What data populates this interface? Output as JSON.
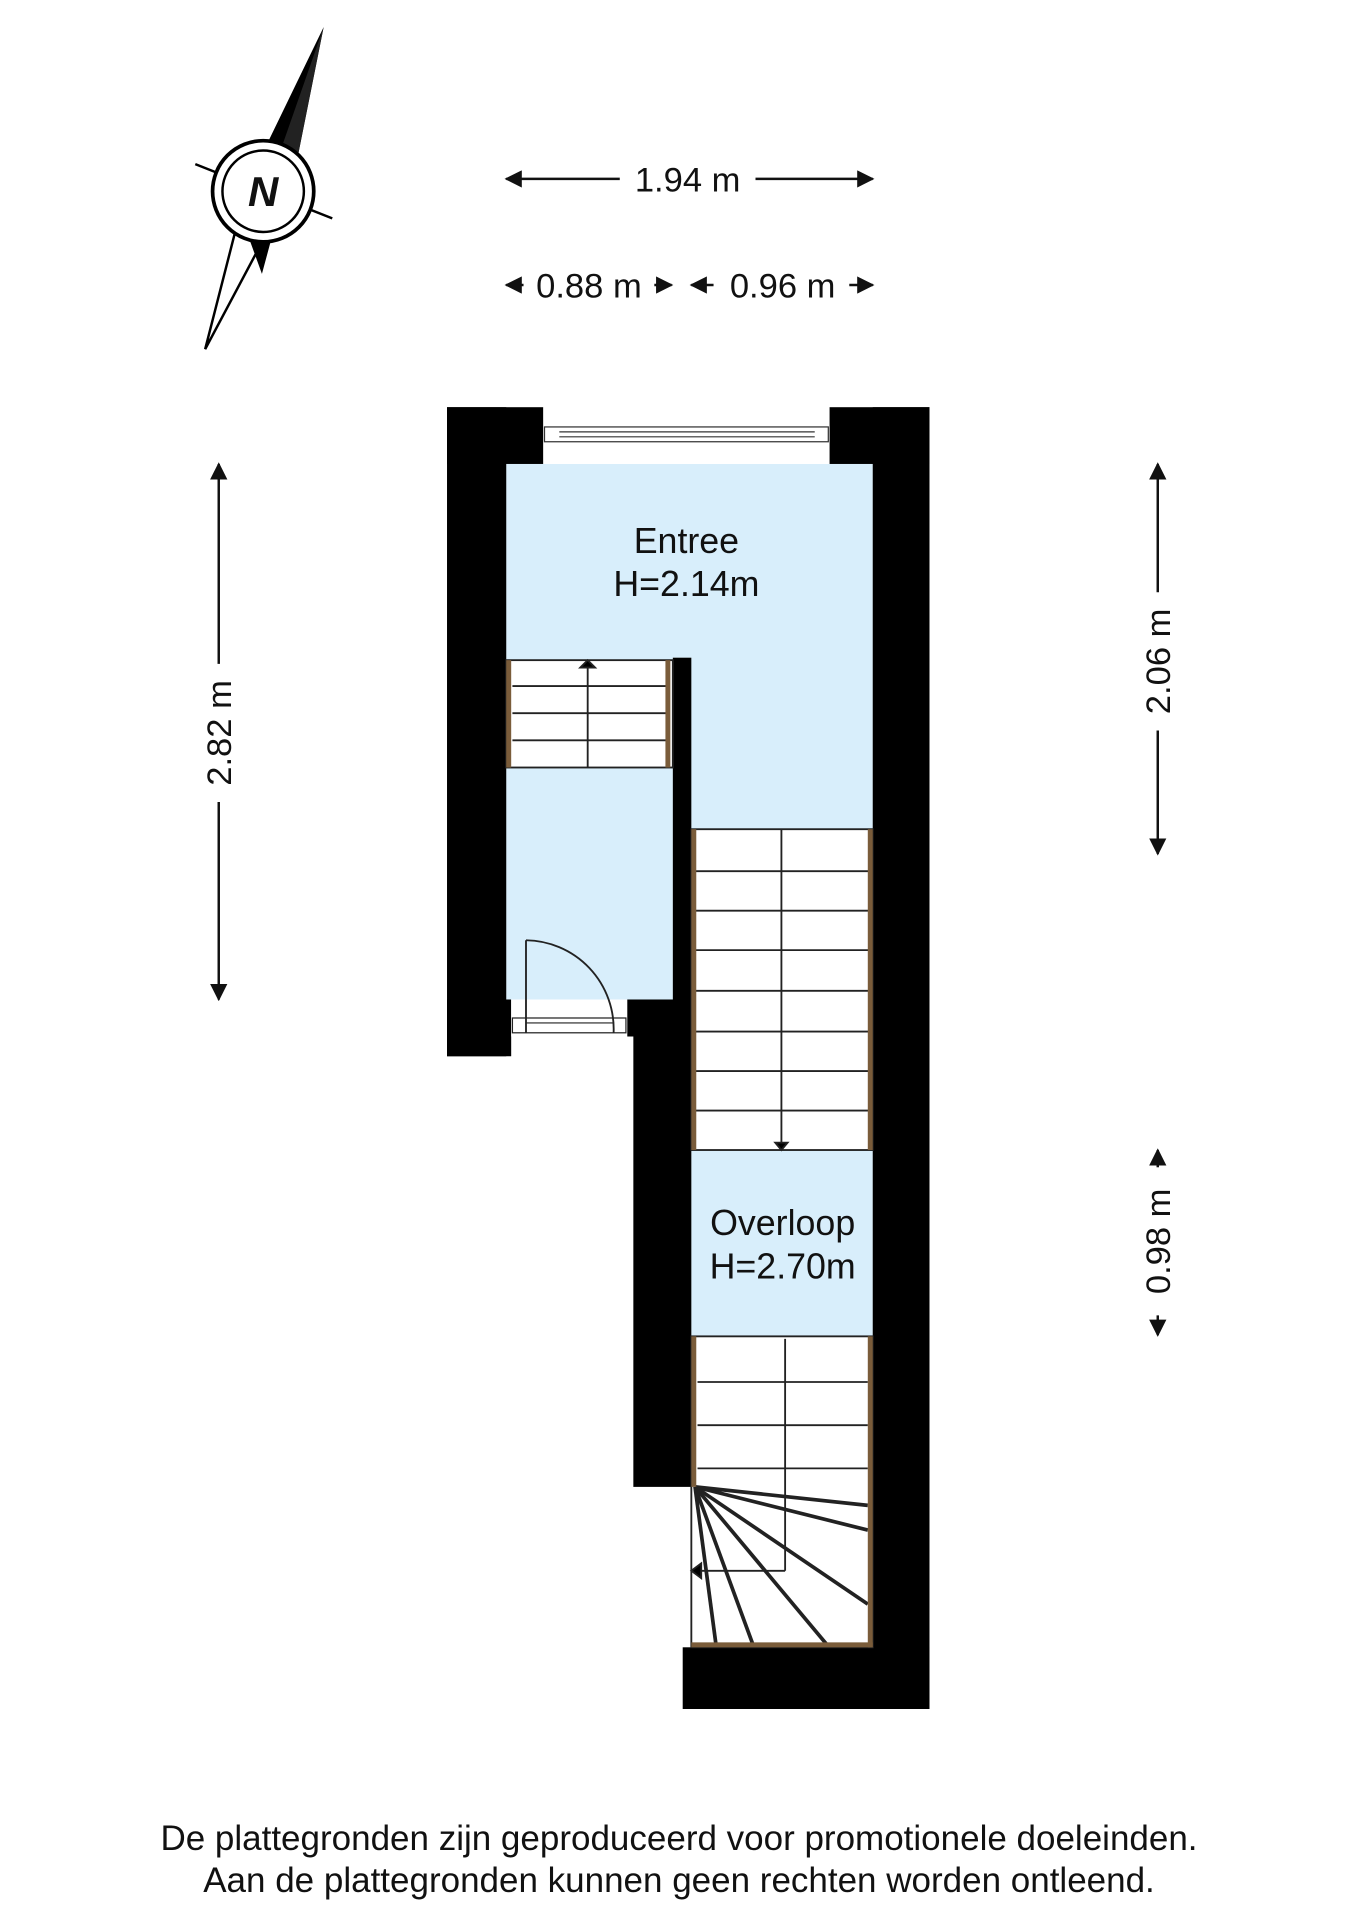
{
  "compass": {
    "label": "N"
  },
  "dimensions": {
    "total_width": "1.94 m",
    "width_left": "0.88 m",
    "width_right": "0.96 m",
    "height_left": "2.82 m",
    "height_right_upper": "2.06 m",
    "height_right_lower": "0.98 m"
  },
  "rooms": [
    {
      "name": "Entree",
      "height": "H=2.14m"
    },
    {
      "name": "Overloop",
      "height": "H=2.70m"
    }
  ],
  "footer": {
    "line1": "De plattegronden zijn geproduceerd voor promotionele doeleinden.",
    "line2": "Aan de plattegronden kunnen geen rechten worden ontleend."
  },
  "colors": {
    "room_fill": "#d8eefb",
    "wall": "#000000",
    "stair_rail": "#7a5c3a"
  }
}
